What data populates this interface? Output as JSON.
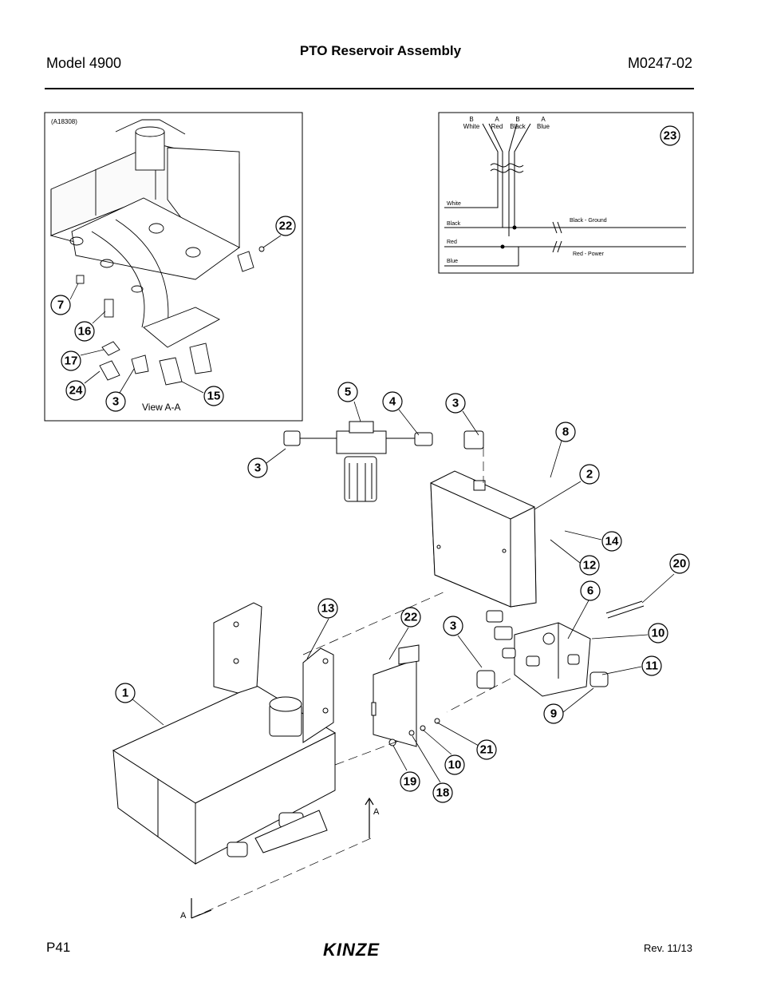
{
  "header": {
    "model": "Model 4900",
    "title": "PTO Reservoir Assembly",
    "doc_number": "M0247-02"
  },
  "inset_view": {
    "figure_id": "(A18308)",
    "caption": "View A-A",
    "callouts": [
      "22",
      "7",
      "16",
      "17",
      "24",
      "3",
      "15"
    ]
  },
  "wiring": {
    "callout": "23",
    "top_labels": [
      {
        "letter": "B",
        "color": "White"
      },
      {
        "letter": "A",
        "color": "Red"
      },
      {
        "letter": "B",
        "color": "Black"
      },
      {
        "letter": "A",
        "color": "Blue"
      }
    ],
    "wire_labels": [
      "White",
      "Black",
      "Red",
      "Blue"
    ],
    "output_labels": [
      "Black - Ground",
      "Red - Power"
    ]
  },
  "main_view": {
    "callouts": [
      "5",
      "4",
      "3",
      "3",
      "8",
      "2",
      "14",
      "12",
      "20",
      "6",
      "13",
      "22",
      "3",
      "10",
      "11",
      "1",
      "9",
      "21",
      "10",
      "19",
      "18"
    ],
    "section_label_top": "A",
    "section_label_bottom": "A"
  },
  "footer": {
    "page": "P41",
    "brand": "KINZE",
    "revision": "Rev. 11/13"
  }
}
